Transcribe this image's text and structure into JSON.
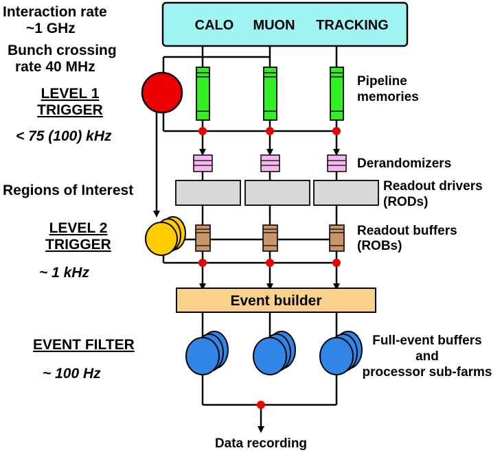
{
  "labels": {
    "interaction_rate_1": "Interaction rate",
    "interaction_rate_2": "~1 GHz",
    "bunch_crossing_1": "Bunch crossing",
    "bunch_crossing_2": "rate 40 MHz",
    "level1_1": "LEVEL 1",
    "level1_2": "TRIGGER",
    "level1_rate": "< 75 (100) kHz",
    "regions_of_interest": "Regions of Interest",
    "level2_1": "LEVEL 2",
    "level2_2": "TRIGGER",
    "level2_rate": "~ 1 kHz",
    "event_filter": "EVENT FILTER",
    "event_filter_rate": "~ 100 Hz",
    "pipeline_1": "Pipeline",
    "pipeline_2": "memories",
    "derandomizers": "Derandomizers",
    "readout_drivers_1": "Readout drivers",
    "readout_drivers_2": "(RODs)",
    "readout_buffers_1": "Readout buffers",
    "readout_buffers_2": "(ROBs)",
    "full_event_1": "Full-event buffers",
    "full_event_2": "and",
    "full_event_3": "processor sub-farms",
    "data_recording": "Data recording"
  },
  "detector": {
    "calo": "CALO",
    "muon": "MUON",
    "tracking": "TRACKING"
  },
  "event_builder": "Event builder",
  "colors": {
    "detector_box": "#9ff4f4",
    "pipeline": "#33ee22",
    "derandomizer": "#f7b6ee",
    "rod": "#d8d8d8",
    "rob": "#c8956a",
    "event_builder": "#f8d28a",
    "level1_trigger": "#ee0000",
    "level2_trigger": "#ffcc00",
    "farm": "#2f86e6",
    "junction": "#ee0000"
  }
}
